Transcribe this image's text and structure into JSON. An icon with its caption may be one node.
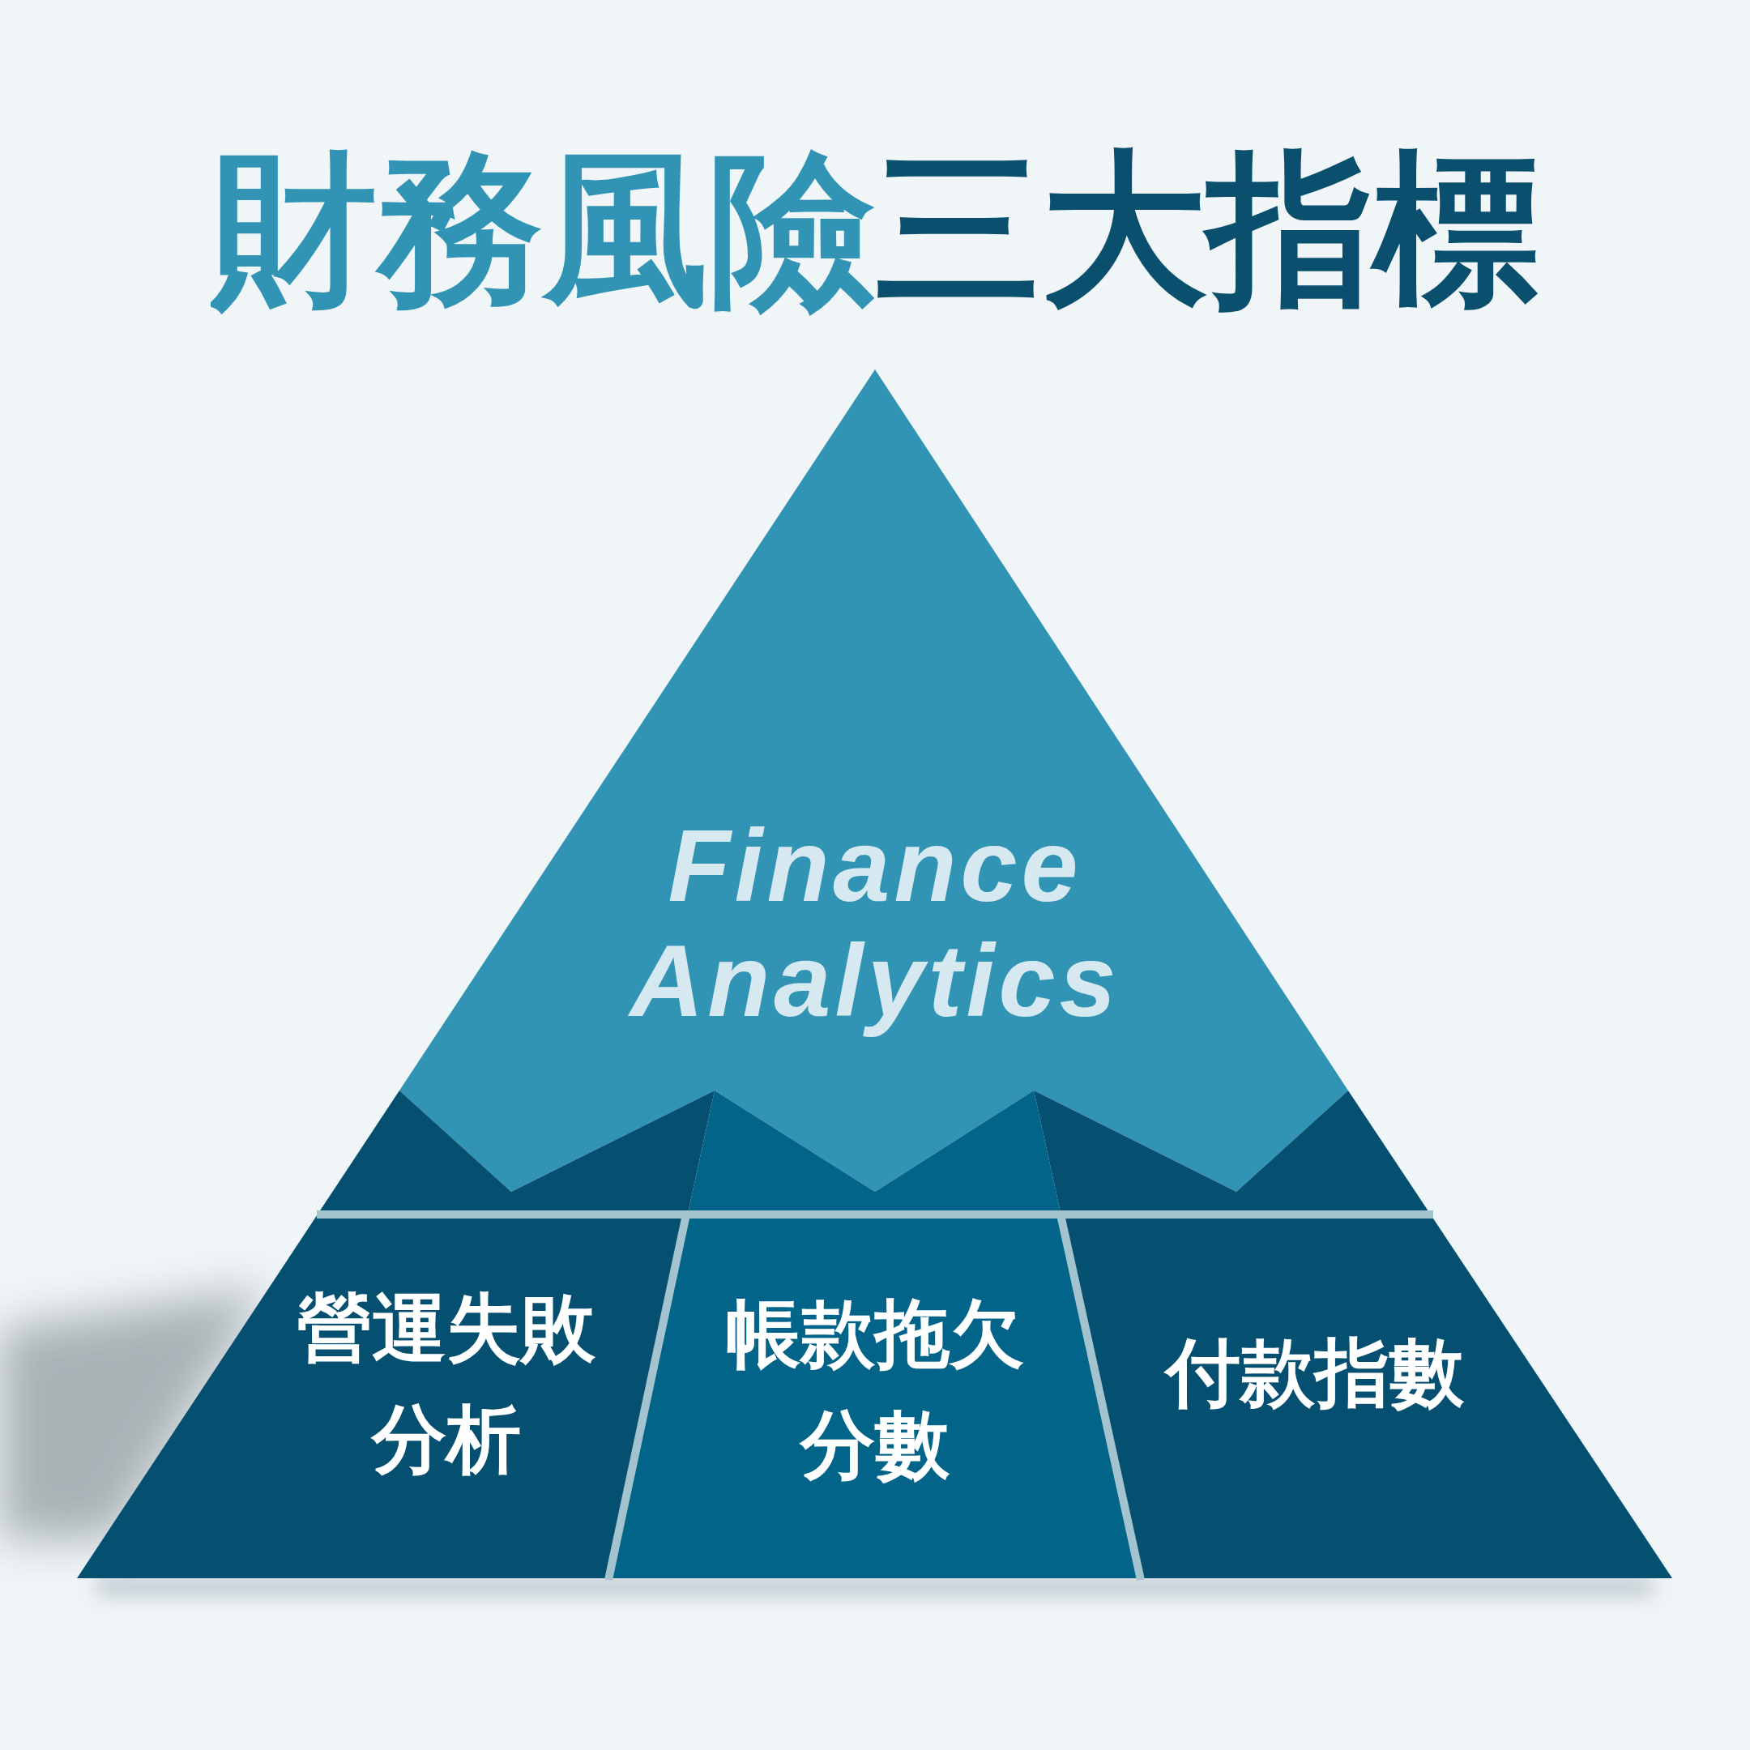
{
  "diagram": {
    "title": "財務風險三大指標",
    "nodes": [
      {
        "text": [
          "Finance Analytics"
        ]
      },
      {
        "text": [
          "營運失敗分析"
        ]
      },
      {
        "text": [
          "帳款拖欠分數"
        ]
      },
      {
        "text": [
          "付款指數"
        ]
      }
    ]
  }
}
